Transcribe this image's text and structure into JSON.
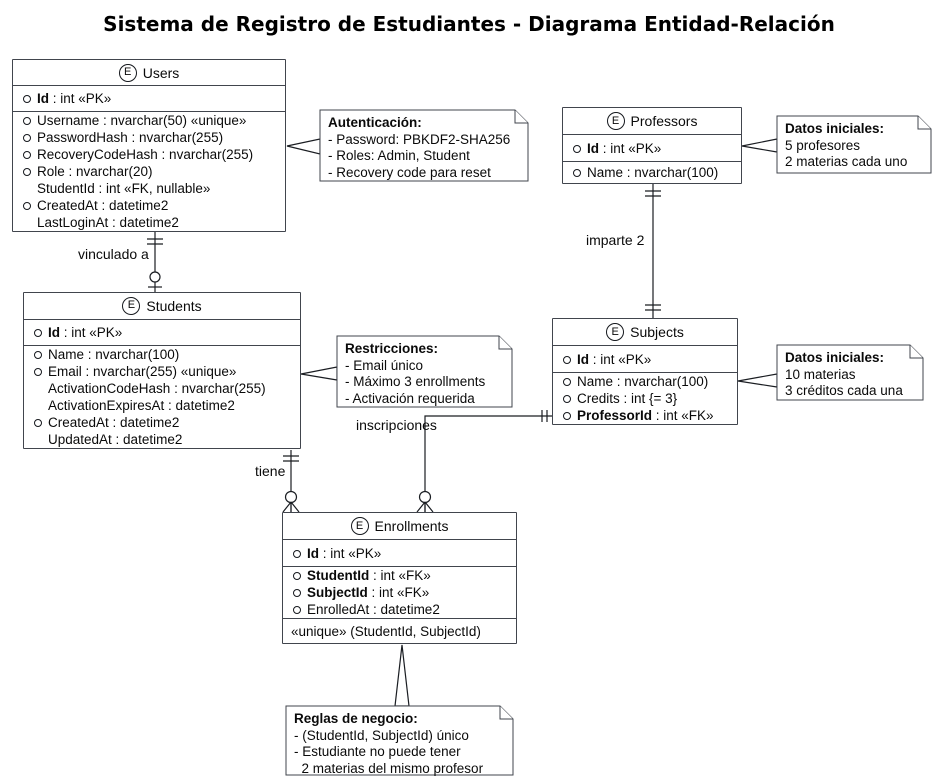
{
  "title": "Sistema de Registro de Estudiantes - Diagrama Entidad-Relación",
  "colors": {
    "background": "#ffffff",
    "entity_border": "#41454d",
    "relation_line": "#1a1d22",
    "text": "#0a0a0a"
  },
  "entities": {
    "users": {
      "icon": "E",
      "name": "Users",
      "pk": [
        {
          "ring": true,
          "bold": "Id",
          "text": " : int «PK»"
        }
      ],
      "fields": [
        {
          "ring": true,
          "bold": "",
          "text": "Username : nvarchar(50) «unique»"
        },
        {
          "ring": true,
          "bold": "",
          "text": "PasswordHash : nvarchar(255)"
        },
        {
          "ring": true,
          "bold": "",
          "text": "RecoveryCodeHash : nvarchar(255)"
        },
        {
          "ring": true,
          "bold": "",
          "text": "Role : nvarchar(20)"
        },
        {
          "ring": false,
          "bold": "",
          "text": "StudentId : int «FK, nullable»"
        },
        {
          "ring": true,
          "bold": "",
          "text": "CreatedAt : datetime2"
        },
        {
          "ring": false,
          "bold": "",
          "text": "LastLoginAt : datetime2"
        }
      ]
    },
    "professors": {
      "icon": "E",
      "name": "Professors",
      "pk": [
        {
          "ring": true,
          "bold": "Id",
          "text": " : int «PK»"
        }
      ],
      "fields": [
        {
          "ring": true,
          "bold": "",
          "text": "Name : nvarchar(100)"
        }
      ]
    },
    "students": {
      "icon": "E",
      "name": "Students",
      "pk": [
        {
          "ring": true,
          "bold": "Id",
          "text": " : int «PK»"
        }
      ],
      "fields": [
        {
          "ring": true,
          "bold": "",
          "text": "Name : nvarchar(100)"
        },
        {
          "ring": true,
          "bold": "",
          "text": "Email : nvarchar(255) «unique»"
        },
        {
          "ring": false,
          "bold": "",
          "text": "ActivationCodeHash : nvarchar(255)"
        },
        {
          "ring": false,
          "bold": "",
          "text": "ActivationExpiresAt : datetime2"
        },
        {
          "ring": true,
          "bold": "",
          "text": "CreatedAt : datetime2"
        },
        {
          "ring": false,
          "bold": "",
          "text": "UpdatedAt : datetime2"
        }
      ]
    },
    "subjects": {
      "icon": "E",
      "name": "Subjects",
      "pk": [
        {
          "ring": true,
          "bold": "Id",
          "text": " : int «PK»"
        }
      ],
      "fields": [
        {
          "ring": true,
          "bold": "",
          "text": "Name : nvarchar(100)"
        },
        {
          "ring": true,
          "bold": "",
          "text": "Credits : int {= 3}"
        },
        {
          "ring": true,
          "bold": "ProfessorId",
          "text": " : int «FK»"
        }
      ]
    },
    "enrollments": {
      "icon": "E",
      "name": "Enrollments",
      "pk": [
        {
          "ring": true,
          "bold": "Id",
          "text": " : int «PK»"
        }
      ],
      "fields": [
        {
          "ring": true,
          "bold": "StudentId",
          "text": " : int «FK»"
        },
        {
          "ring": true,
          "bold": "SubjectId",
          "text": " : int «FK»"
        },
        {
          "ring": true,
          "bold": "",
          "text": "EnrolledAt : datetime2"
        }
      ],
      "unique": [
        "«unique» (StudentId, SubjectId)"
      ]
    }
  },
  "notes": {
    "auth": {
      "title": "Autenticación:",
      "lines": [
        "- Password: PBKDF2-SHA256",
        "- Roles: Admin, Student",
        "- Recovery code para reset"
      ]
    },
    "datos_profesores": {
      "title": "Datos iniciales:",
      "lines": [
        "5 profesores",
        "2 materias cada uno"
      ]
    },
    "restricciones": {
      "title": "Restricciones:",
      "lines": [
        "- Email único",
        "- Máximo 3 enrollments",
        "- Activación requerida"
      ]
    },
    "datos_materias": {
      "title": "Datos iniciales:",
      "lines": [
        "10 materias",
        "3 créditos cada una"
      ]
    },
    "reglas": {
      "title": "Reglas de negocio:",
      "lines": [
        "- (StudentId, SubjectId) único",
        "- Estudiante no puede tener",
        "  2 materias del mismo profesor"
      ]
    }
  },
  "labels": {
    "vinculado": "vinculado a",
    "imparte": "imparte 2",
    "tiene": "tiene",
    "inscripciones": "inscripciones"
  }
}
